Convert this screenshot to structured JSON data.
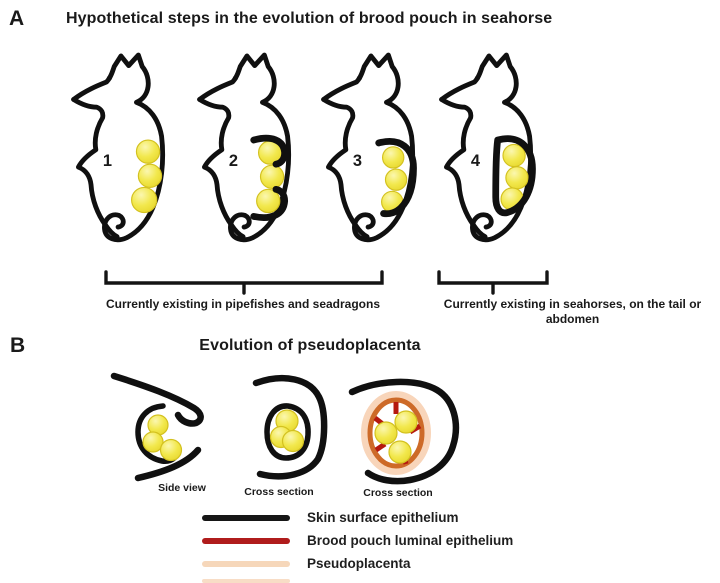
{
  "figure": {
    "panel_a": {
      "label": "A",
      "title": "Hypothetical steps in the evolution of brood pouch in seahorse",
      "stages": [
        {
          "number": "1"
        },
        {
          "number": "2"
        },
        {
          "number": "3"
        },
        {
          "number": "4"
        }
      ],
      "bracket_pipefish_label": "Currently existing in pipefishes and seadragons",
      "bracket_seahorse_label": "Currently existing in seahorses, on the tail or abdomen"
    },
    "panel_b": {
      "label": "B",
      "title": "Evolution of pseudoplacenta",
      "views": [
        {
          "label": "Side view"
        },
        {
          "label": "Cross section"
        },
        {
          "label": "Cross section"
        }
      ],
      "legend": [
        {
          "label": "Skin surface epithelium",
          "color": "#161616"
        },
        {
          "label": "Brood pouch luminal epithelium",
          "color": "#b01c1c"
        },
        {
          "label": "Pseudoplacenta",
          "color": "#f6d7ba"
        }
      ]
    },
    "colors": {
      "background": "#ffffff",
      "outline": "#101010",
      "egg_yellow": "#eee13b",
      "pouch_wall_orange": "#cd6a28",
      "luminal_epithelium_red": "#b5190f",
      "pseudoplacenta_peach": "#f8d5ba"
    }
  }
}
